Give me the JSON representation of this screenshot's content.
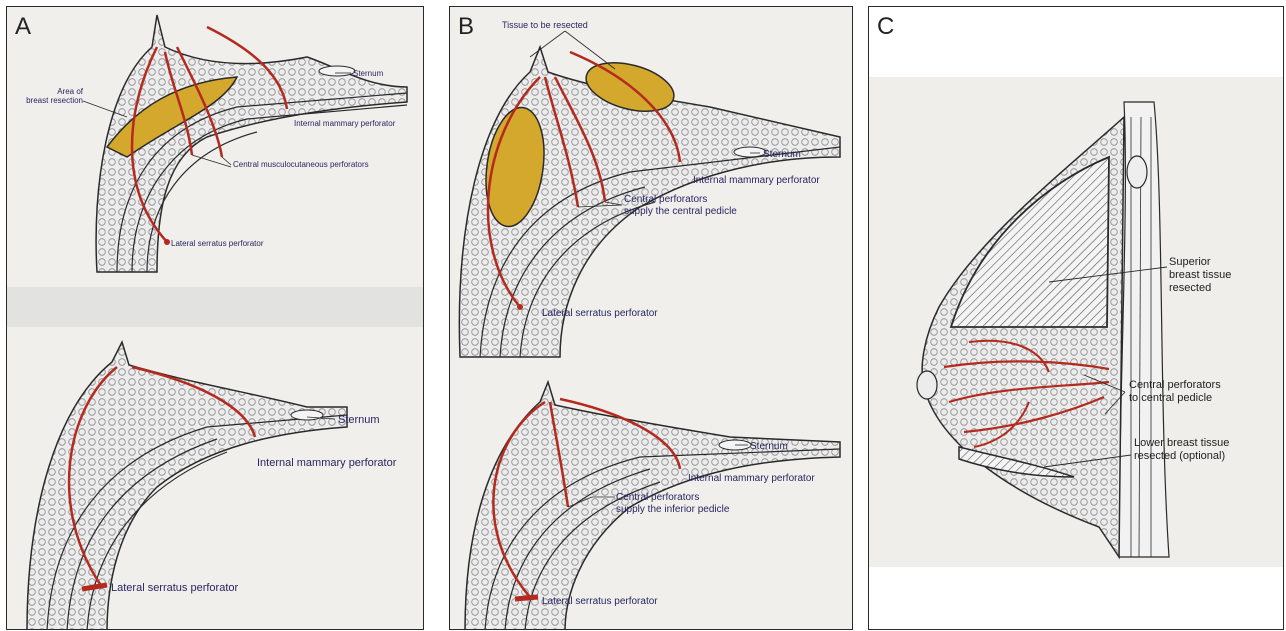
{
  "panels": {
    "a": {
      "letter": "A",
      "top": {
        "area_label": [
          "Area of",
          "breast resection"
        ],
        "sternum": "Sternum",
        "internal": "Internal mammary perforator",
        "central": "Central musculocutaneous perforators",
        "lateral": "Lateral serratus perforator"
      },
      "bottom": {
        "sternum": "Sternum",
        "internal": "Internal mammary perforator",
        "lateral": "Lateral serratus perforator"
      }
    },
    "b": {
      "letter": "B",
      "top": {
        "tissue": "Tissue to be resected",
        "sternum": "Sternum",
        "internal": "Internal mammary perforator",
        "central": [
          "Central perforators",
          "supply the central pedicle"
        ],
        "lateral": "Lateral serratus perforator"
      },
      "bottom": {
        "sternum": "Sternum",
        "internal": "Internal mammary perforator",
        "central": [
          "Central perforators",
          "supply the inferior pedicle"
        ],
        "lateral": "Lateral serratus perforator"
      }
    },
    "c": {
      "letter": "C",
      "superior": [
        "Superior",
        "breast tissue",
        "resected"
      ],
      "central": [
        "Central perforators",
        "to central pedicle"
      ],
      "lower": [
        "Lower breast tissue",
        "resected (optional)"
      ]
    }
  },
  "colors": {
    "vessel": "#b52a1e",
    "resection": "#d4a82c",
    "line": "#2a2a2a",
    "label": "#2a2560"
  }
}
